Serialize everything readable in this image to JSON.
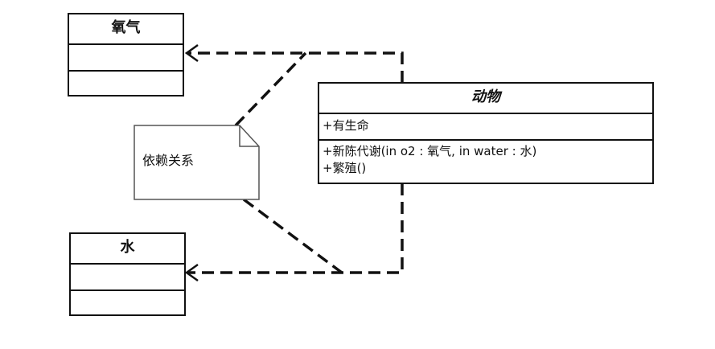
{
  "classes": {
    "oxygen": {
      "name": "氧气"
    },
    "water": {
      "name": "水"
    },
    "animal": {
      "name": "动物",
      "attributes": [
        "+有生命"
      ],
      "operations": [
        "+新陈代谢(in o2 : 氧气, in water : 水)",
        "+繁殖()"
      ]
    }
  },
  "note": {
    "text": "依赖关系"
  },
  "colors": {
    "line": "#111111",
    "note_fill": "#ffffff",
    "background": "#ffffff"
  }
}
